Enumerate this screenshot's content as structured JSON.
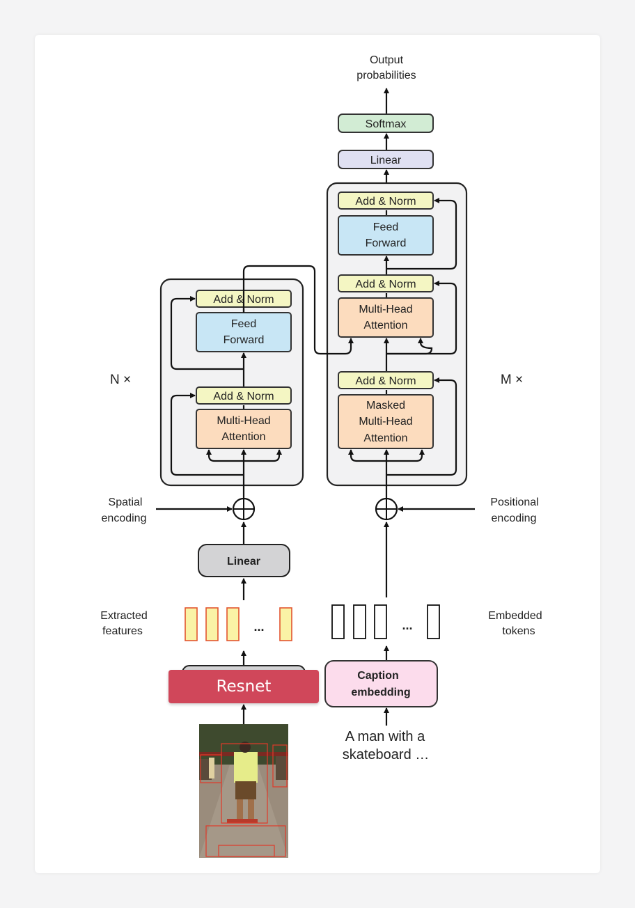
{
  "decoder": {
    "output_line1": "Output",
    "output_line2": "probabilities",
    "softmax": "Softmax",
    "linear": "Linear",
    "add_norm": "Add & Norm",
    "ff_line1": "Feed",
    "ff_line2": "Forward",
    "mha_line1": "Multi-Head",
    "mha_line2": "Attention",
    "masked_line1": "Masked",
    "masked_line2": "Multi-Head",
    "masked_line3": "Attention",
    "repeat": "M ×"
  },
  "encoder": {
    "add_norm": "Add & Norm",
    "ff_line1": "Feed",
    "ff_line2": "Forward",
    "mha_line1": "Multi-Head",
    "mha_line2": "Attention",
    "repeat": "N ×"
  },
  "inputs": {
    "spatial_line1": "Spatial",
    "spatial_line2": "encoding",
    "positional_line1": "Positional",
    "positional_line2": "encoding",
    "linear": "Linear",
    "features_line1": "Extracted",
    "features_line2": "features",
    "tokens_line1": "Embedded",
    "tokens_line2": "tokens",
    "ellipsis": "...",
    "caption_line1": "Caption",
    "caption_line2": "embedding",
    "text_line1": "A man with a",
    "text_line2": "skateboard …",
    "resnet": "Resnet"
  },
  "colors": {
    "softmax": "#d2ecd4",
    "linear": "#dfe0f2",
    "add_norm": "#f4f6c3",
    "feed_forward": "#c8e6f5",
    "attention": "#fcdcbe",
    "caption": "#fcdcec",
    "feature": "#faf3a6",
    "resnet": "#d0475a"
  }
}
